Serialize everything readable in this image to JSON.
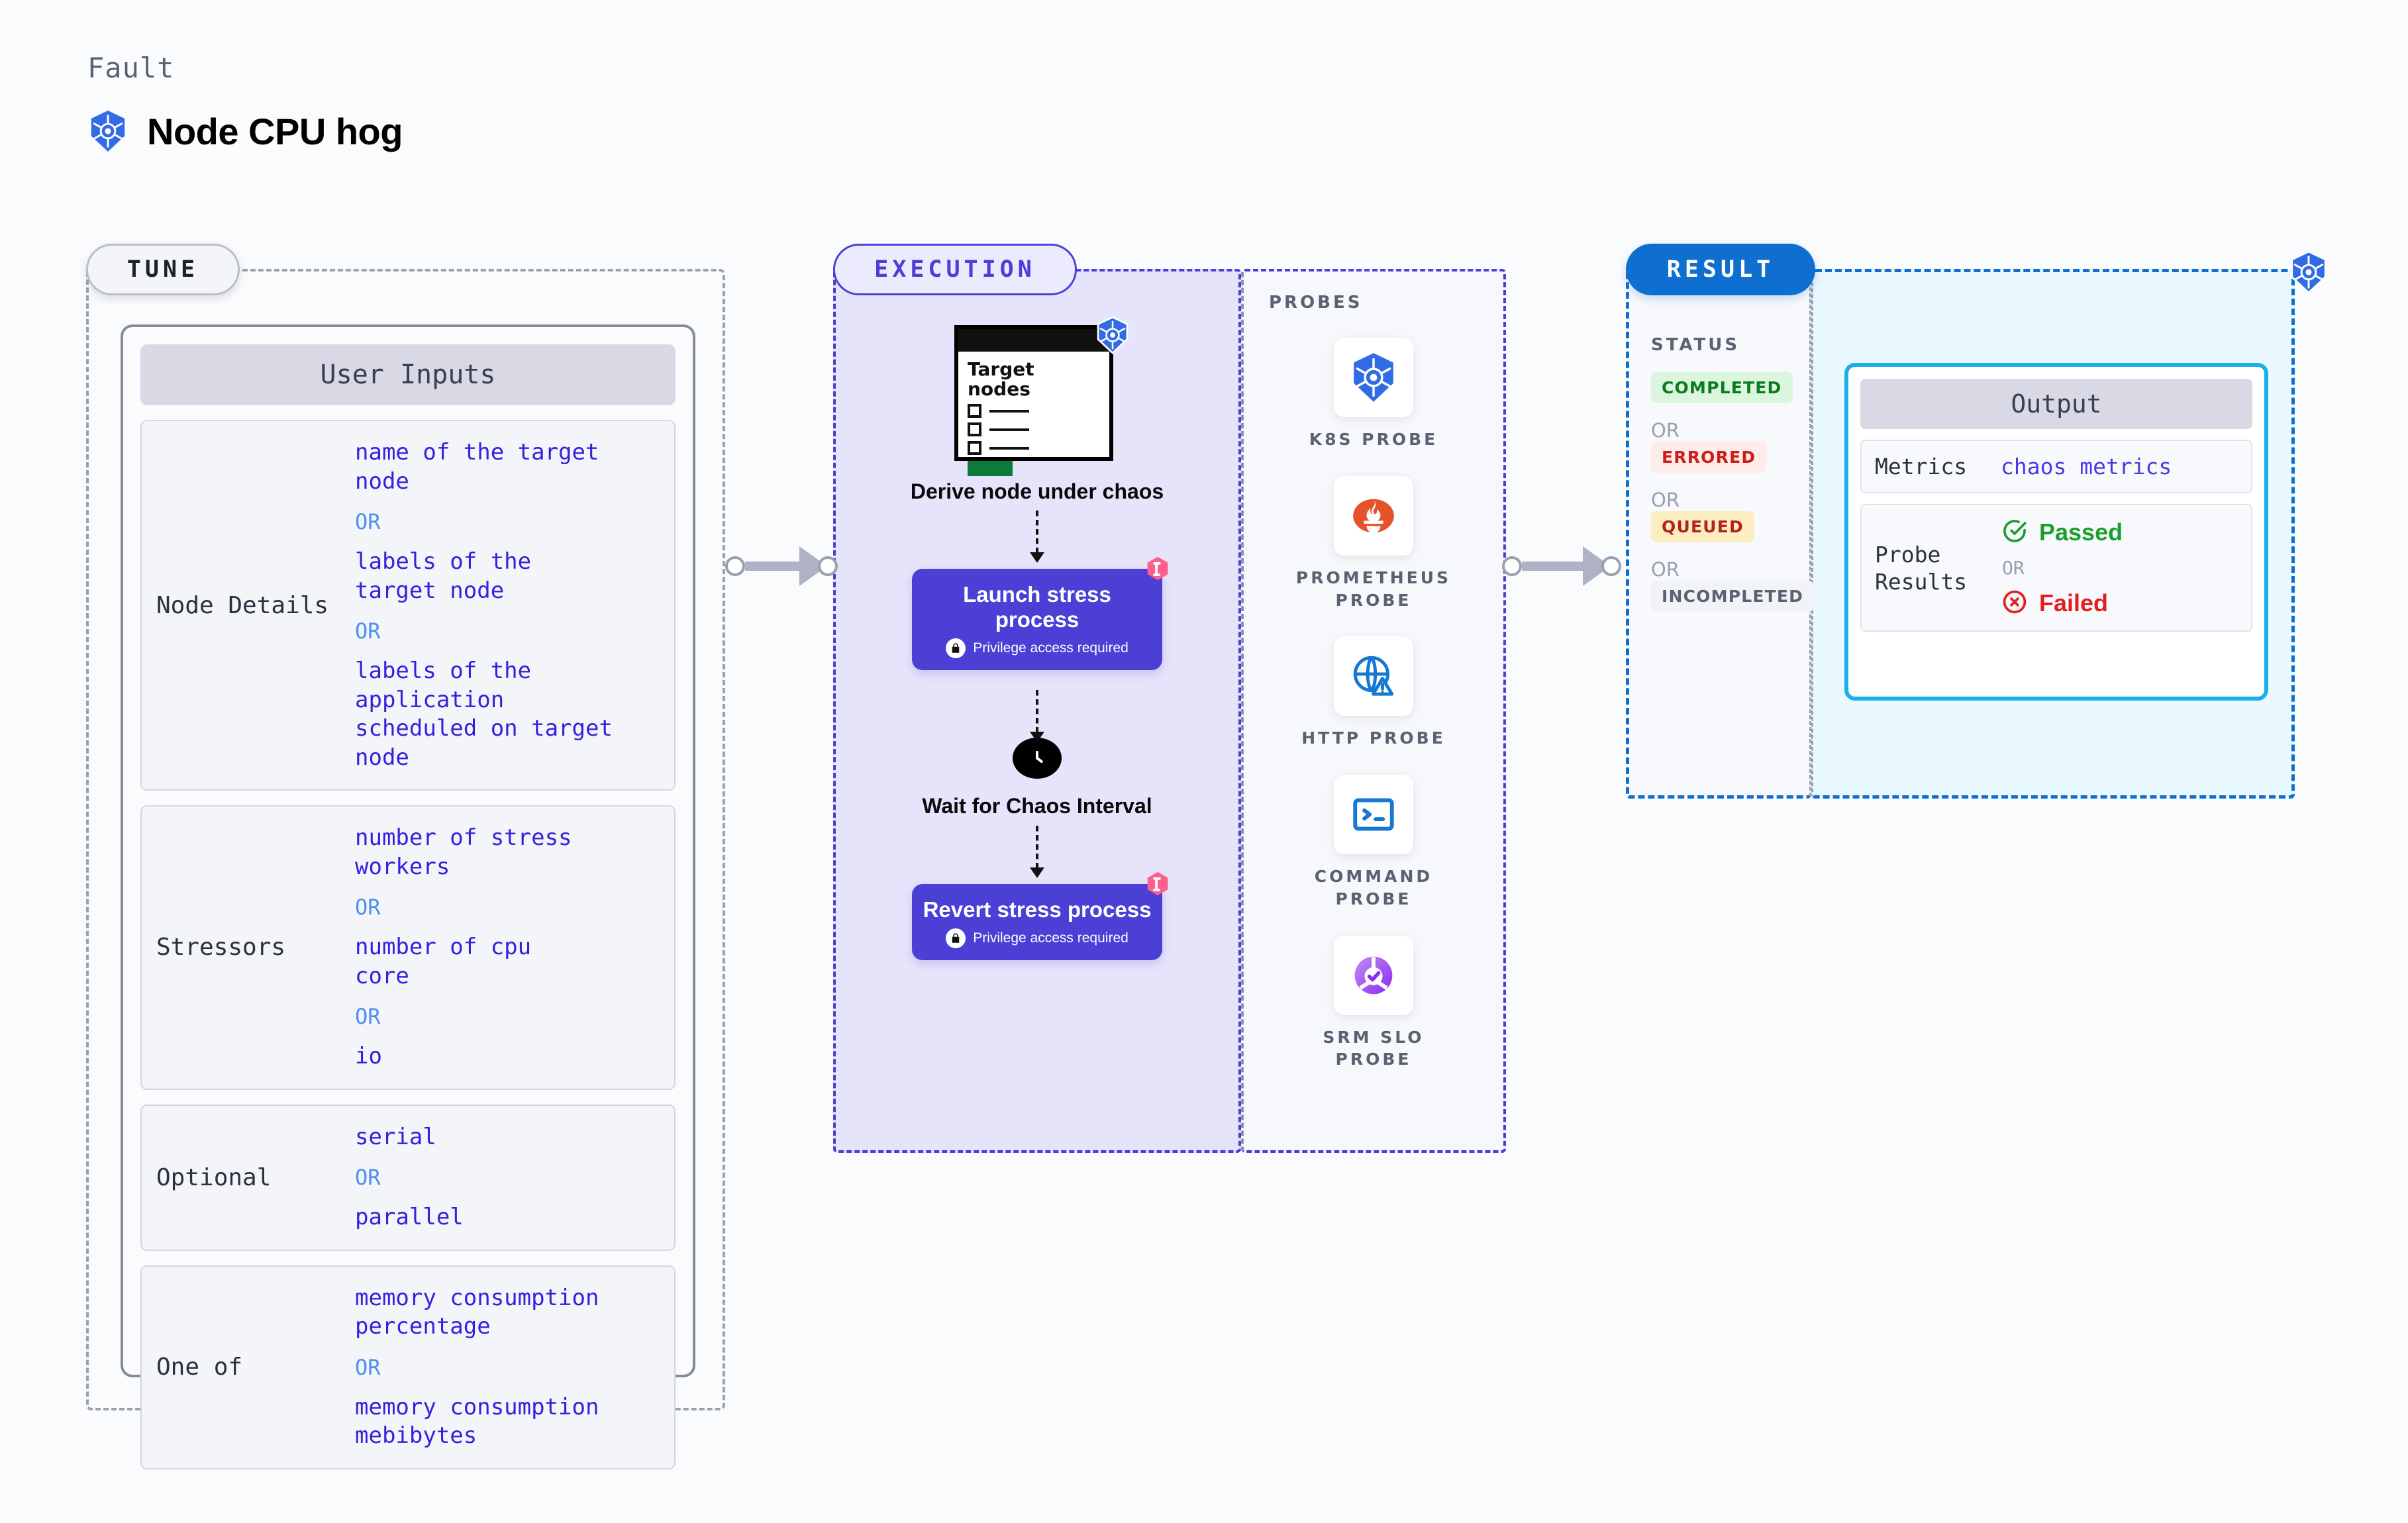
{
  "header": {
    "eyebrow": "Fault",
    "title": "Node CPU hog",
    "icon": "kubernetes-icon"
  },
  "tune": {
    "tag": "TUNE",
    "card_title": "User Inputs",
    "groups": [
      {
        "label": "Node Details",
        "values": [
          "name of the target\nnode",
          "labels of the\ntarget node",
          "labels of the application\n scheduled on target node"
        ],
        "separator": "OR"
      },
      {
        "label": "Stressors",
        "values": [
          "number of stress\nworkers",
          "number of cpu\ncore",
          "io"
        ],
        "separator": "OR"
      },
      {
        "label": "Optional",
        "values": [
          "serial",
          "parallel"
        ],
        "separator": "OR"
      },
      {
        "label": "One of",
        "values": [
          "memory consumption\npercentage",
          "memory consumption\nmebibytes"
        ],
        "separator": "OR"
      }
    ]
  },
  "execution": {
    "tag": "EXECUTION",
    "steps": [
      {
        "type": "target-nodes",
        "card_title": "Target\nnodes",
        "caption": "Derive node under\nchaos",
        "badge": "kubernetes-icon"
      },
      {
        "type": "process",
        "title": "Launch stress\nprocess",
        "subtitle": "Privilege access required",
        "badge": "harness-icon",
        "lock": "lock-icon"
      },
      {
        "type": "wait",
        "caption": "Wait for Chaos\nInterval",
        "icon": "clock-icon"
      },
      {
        "type": "process",
        "title": "Revert stress\nprocess",
        "subtitle": "Privilege access required",
        "badge": "harness-icon",
        "lock": "lock-icon"
      }
    ]
  },
  "probes": {
    "heading": "PROBES",
    "items": [
      {
        "label": "K8S  PROBE",
        "icon": "kubernetes-icon"
      },
      {
        "label": "PROMETHEUS\nPROBE",
        "icon": "prometheus-icon"
      },
      {
        "label": "HTTP  PROBE",
        "icon": "globe-warning-icon"
      },
      {
        "label": "COMMAND\nPROBE",
        "icon": "terminal-icon"
      },
      {
        "label": "SRM  SLO\nPROBE",
        "icon": "srm-slo-icon"
      }
    ]
  },
  "result": {
    "tag": "RESULT",
    "status_heading": "STATUS",
    "separator": "OR",
    "statuses": [
      {
        "label": "COMPLETED",
        "style": "chip-completed"
      },
      {
        "label": "ERRORED",
        "style": "chip-errored"
      },
      {
        "label": "QUEUED",
        "style": "chip-queued"
      },
      {
        "label": "INCOMPLETED",
        "style": "chip-incomplete"
      }
    ],
    "output": {
      "title": "Output",
      "metrics_label": "Metrics",
      "metrics_value": "chaos metrics",
      "probe_results_label": "Probe\nResults",
      "passed": "Passed",
      "failed": "Failed",
      "separator": "OR"
    },
    "corner_icon": "kubernetes-icon"
  },
  "colors": {
    "execution_accent": "#4b3fd6",
    "result_accent": "#0f6fd0",
    "output_border": "#19b0e8",
    "kubernetes_blue": "#326ce5",
    "harness_pink": "#ff5e8a",
    "value_purple": "#3322dd",
    "or_blue": "#4f8ff0",
    "passed_green": "#1a9e2e",
    "failed_red": "#e02020"
  }
}
